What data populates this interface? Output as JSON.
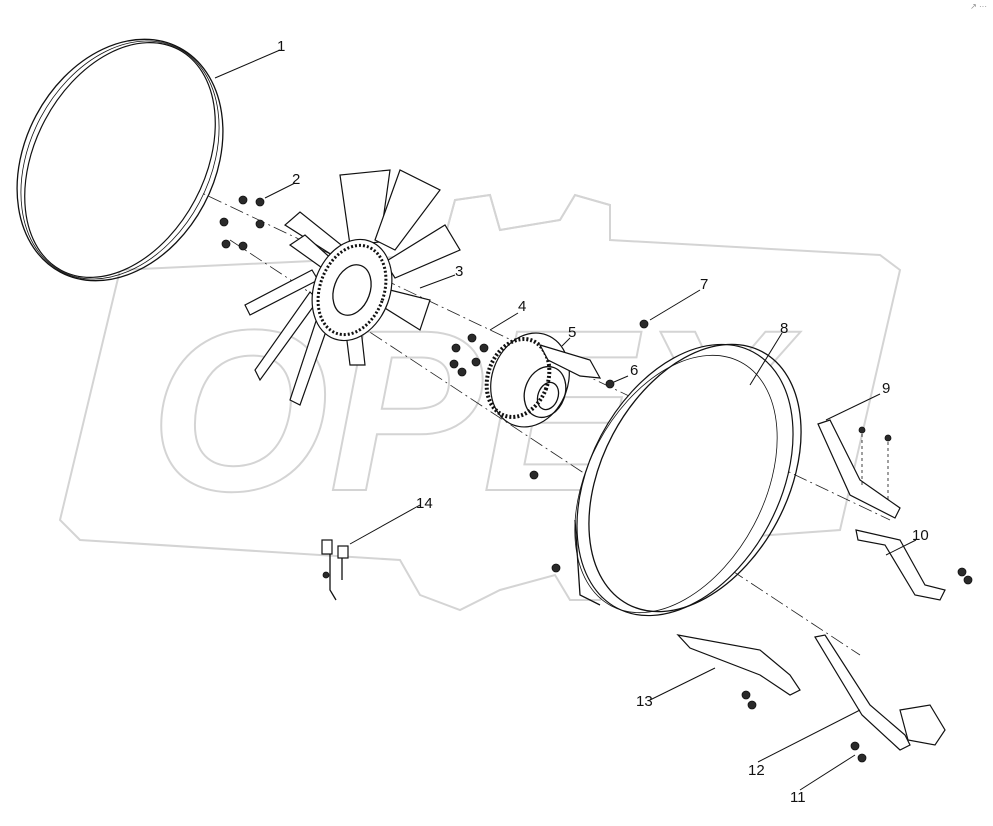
{
  "watermark": {
    "text": "OPEX"
  },
  "corner_mark": "↗ ···",
  "callouts": [
    {
      "number": "1",
      "part": "fan-shroud-ring"
    },
    {
      "number": "2",
      "part": "nut"
    },
    {
      "number": "3",
      "part": "fan"
    },
    {
      "number": "4",
      "part": "bolt"
    },
    {
      "number": "5",
      "part": "viscous-fan-clutch"
    },
    {
      "number": "6",
      "part": "bolt"
    },
    {
      "number": "7",
      "part": "bolt"
    },
    {
      "number": "8",
      "part": "fan-shroud"
    },
    {
      "number": "9",
      "part": "bracket"
    },
    {
      "number": "10",
      "part": "bracket"
    },
    {
      "number": "11",
      "part": "bolt"
    },
    {
      "number": "12",
      "part": "bracket"
    },
    {
      "number": "13",
      "part": "bracket"
    },
    {
      "number": "14",
      "part": "sensor-connector"
    }
  ]
}
